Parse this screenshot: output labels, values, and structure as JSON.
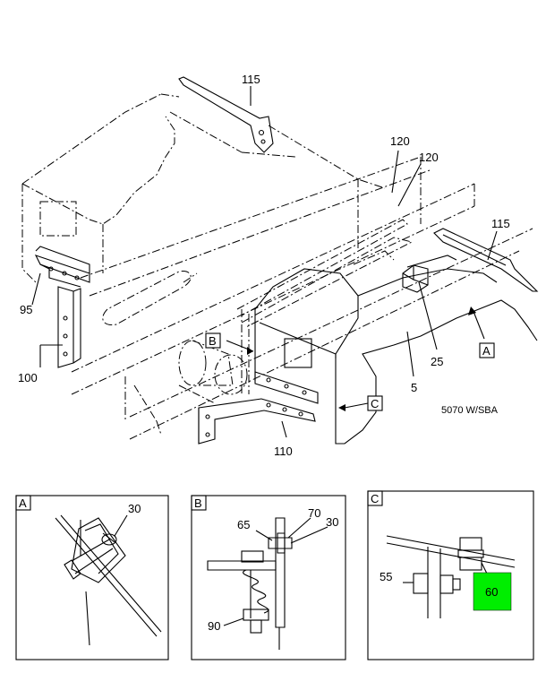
{
  "diagram": {
    "callouts": {
      "c115_top": "115",
      "c120_a": "120",
      "c120_b": "120",
      "c115_right": "115",
      "c95": "95",
      "c100": "100",
      "c25": "25",
      "c5": "5",
      "c110": "110"
    },
    "view_markers": {
      "a": "A",
      "b": "B",
      "c": "C"
    },
    "model_code": "5070 W/SBA",
    "detail_a": {
      "label": "A",
      "callouts": {
        "c30": "30"
      }
    },
    "detail_b": {
      "label": "B",
      "callouts": {
        "c65": "65",
        "c70": "70",
        "c30": "30",
        "c90": "90"
      }
    },
    "detail_c": {
      "label": "C",
      "callouts": {
        "c55": "55",
        "c60": "60"
      }
    },
    "highlight_color": "#00ee00"
  }
}
